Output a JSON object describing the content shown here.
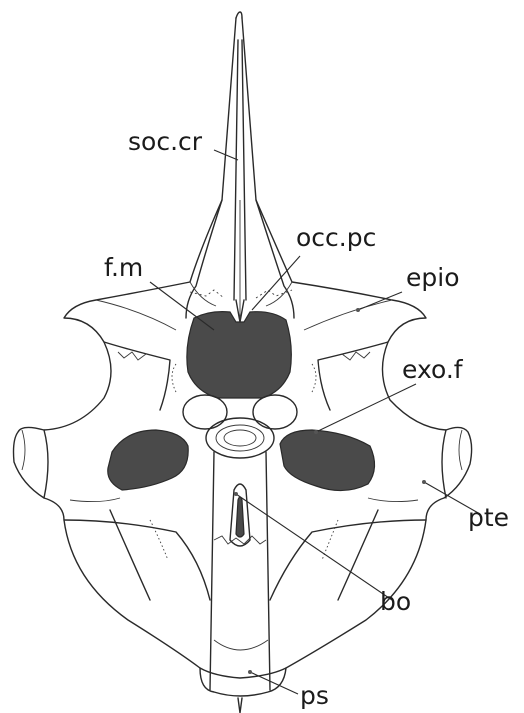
{
  "labels": {
    "soc_cr": "soc.cr",
    "occ_pc": "occ.pc",
    "f_m": "f.m",
    "epio": "epio",
    "exo_f": "exo.f",
    "pte": "pte",
    "bo": "bo",
    "ps": "ps"
  }
}
